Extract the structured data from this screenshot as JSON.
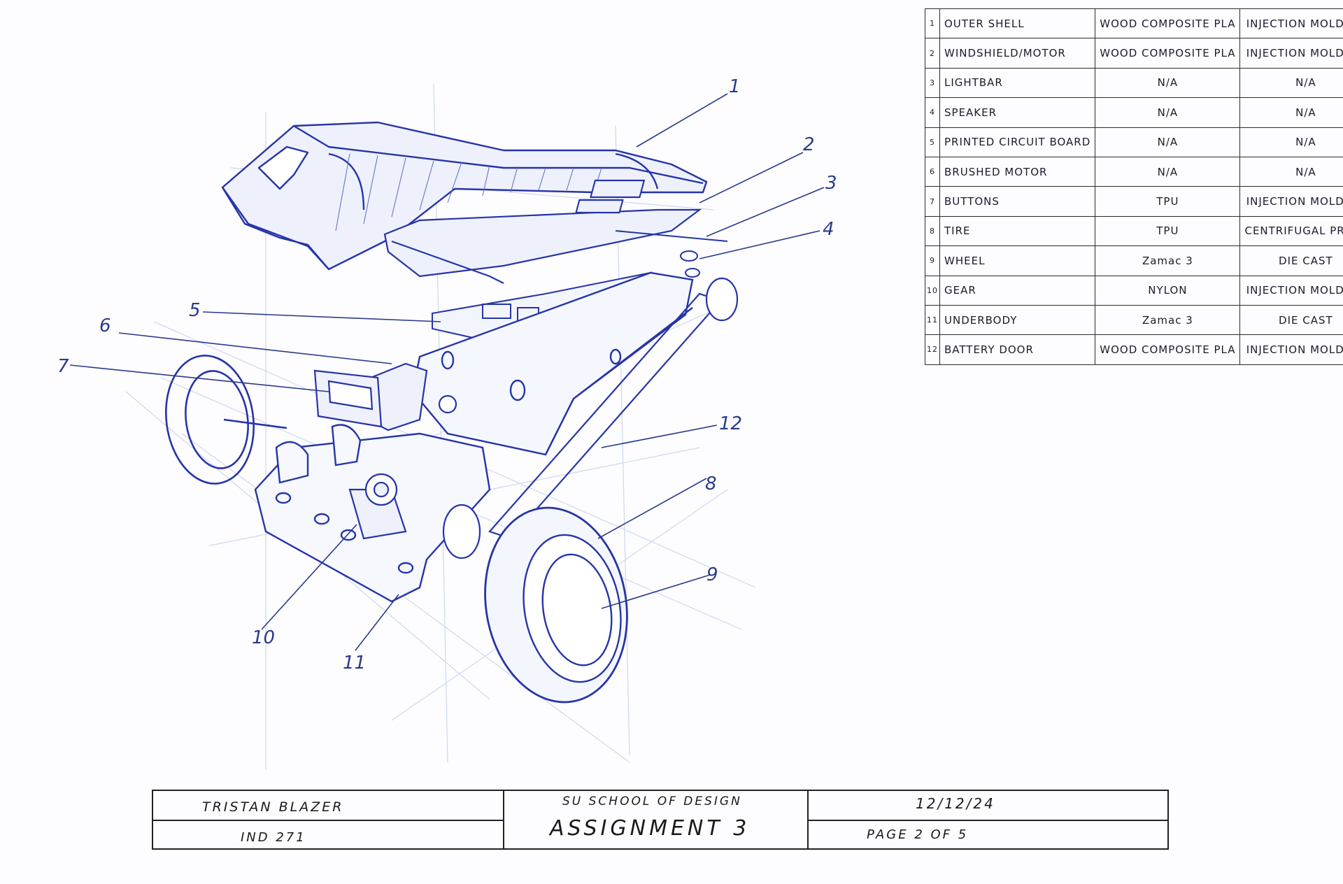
{
  "parts_table": {
    "rows": [
      {
        "num": "1",
        "part": "OUTER SHELL",
        "material": "WOOD COMPOSITE PLA",
        "process": "INJECTION MOLDING"
      },
      {
        "num": "2",
        "part": "WINDSHIELD/MOTOR",
        "material": "WOOD COMPOSITE PLA",
        "process": "INJECTION MOLDING"
      },
      {
        "num": "3",
        "part": "LIGHTBAR",
        "material": "N/A",
        "process": "N/A"
      },
      {
        "num": "4",
        "part": "SPEAKER",
        "material": "N/A",
        "process": "N/A"
      },
      {
        "num": "5",
        "part": "PRINTED CIRCUIT BOARD",
        "material": "N/A",
        "process": "N/A"
      },
      {
        "num": "6",
        "part": "BRUSHED MOTOR",
        "material": "N/A",
        "process": "N/A"
      },
      {
        "num": "7",
        "part": "BUTTONS",
        "material": "TPU",
        "process": "INJECTION MOLDING"
      },
      {
        "num": "8",
        "part": "TIRE",
        "material": "TPU",
        "process": "CENTRIFUGAL PRESS"
      },
      {
        "num": "9",
        "part": "WHEEL",
        "material": "Zamac 3",
        "process": "DIE CAST"
      },
      {
        "num": "10",
        "part": "GEAR",
        "material": "NYLON",
        "process": "INJECTION MOLDING"
      },
      {
        "num": "11",
        "part": "UNDERBODY",
        "material": "Zamac 3",
        "process": "DIE CAST"
      },
      {
        "num": "12",
        "part": "BATTERY DOOR",
        "material": "WOOD COMPOSITE PLA",
        "process": "INJECTION MOLDING"
      }
    ]
  },
  "callouts": [
    "1",
    "2",
    "3",
    "4",
    "5",
    "6",
    "7",
    "8",
    "9",
    "10",
    "11",
    "12"
  ],
  "title_block": {
    "name": "TRISTAN BLAZER",
    "course": "IND 271",
    "school": "SU SCHOOL OF DESIGN",
    "assignment": "ASSIGNMENT 3",
    "date": "12/12/24",
    "page": "PAGE 2 OF 5"
  },
  "colors": {
    "ink": "#1e2a78",
    "light_ink": "#8fa6e0",
    "pencil": "#c9cfe4",
    "table_ink": "#2b2b2b"
  }
}
